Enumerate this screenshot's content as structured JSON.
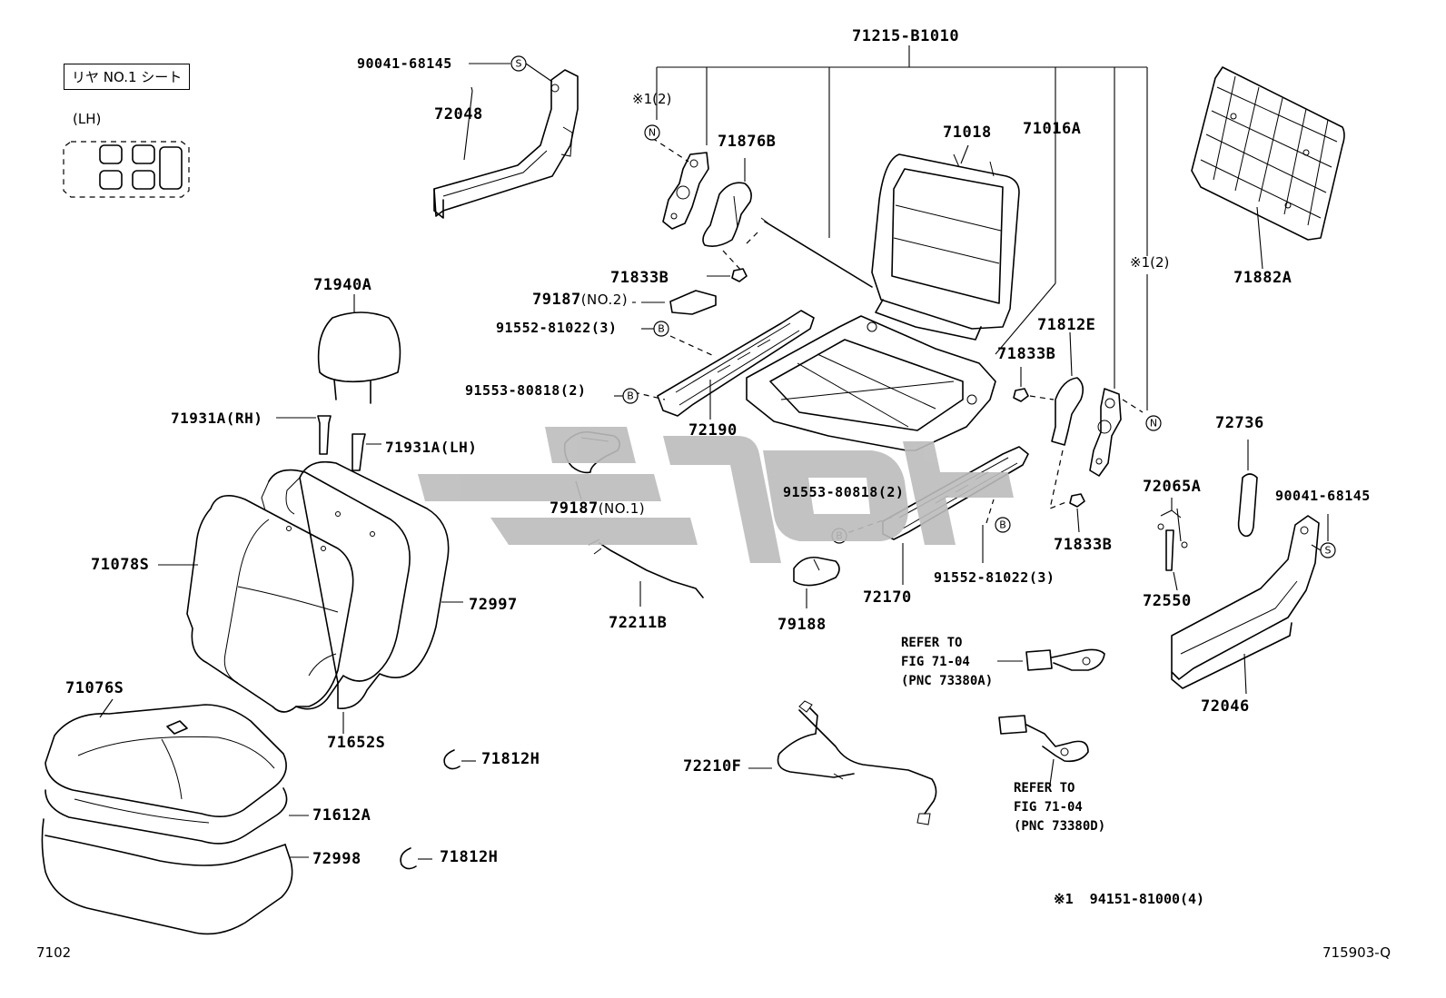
{
  "header": {
    "seat_tag": "リヤ NO.1 シート",
    "side": "(LH)"
  },
  "footer": {
    "left_code": "7102",
    "right_code": "715903-Q"
  },
  "note_line": "※1  94151-81000(4)",
  "symbols": {
    "s": "S",
    "n": "N",
    "b": "B",
    "asterisk_ref": "※1(2)"
  },
  "refer_a": [
    "REFER TO",
    "FIG 71-04",
    "(PNC 73380A)"
  ],
  "refer_d": [
    "REFER TO",
    "FIG 71-04",
    "(PNC 73380D)"
  ],
  "parts": {
    "p71215B1010": "71215-B1010",
    "p90041_68145_l": "90041-68145",
    "p72048": "72048",
    "p71876B": "71876B",
    "p71018": "71018",
    "p71016A": "71016A",
    "p71882A": "71882A",
    "p71833B_1": "71833B",
    "p79187_2": "79187",
    "p79187_2_suffix": "(NO.2)",
    "p91552_l": "91552-81022(3)",
    "p91553_l": "91553-80818(2)",
    "p72190": "72190",
    "p71940A": "71940A",
    "p71931A_rh": "71931A(RH)",
    "p71931A_lh": "71931A(LH)",
    "p79187_1": "79187",
    "p79187_1_suffix": "(NO.1)",
    "p71812E": "71812E",
    "p71833B_2": "71833B",
    "p72736": "72736",
    "p72065A": "72065A",
    "p90041_68145_r": "90041-68145",
    "p91553_r": "91553-80818(2)",
    "p71833B_3": "71833B",
    "p71078S": "71078S",
    "p72997": "72997",
    "p72211B": "72211B",
    "p79188": "79188",
    "p72170": "72170",
    "p91552_r": "91552-81022(3)",
    "p72550": "72550",
    "p72046": "72046",
    "p71076S": "71076S",
    "p71652S": "71652S",
    "p71812H_1": "71812H",
    "p72210F": "72210F",
    "p71612A": "71612A",
    "p72998": "72998",
    "p71812H_2": "71812H"
  }
}
